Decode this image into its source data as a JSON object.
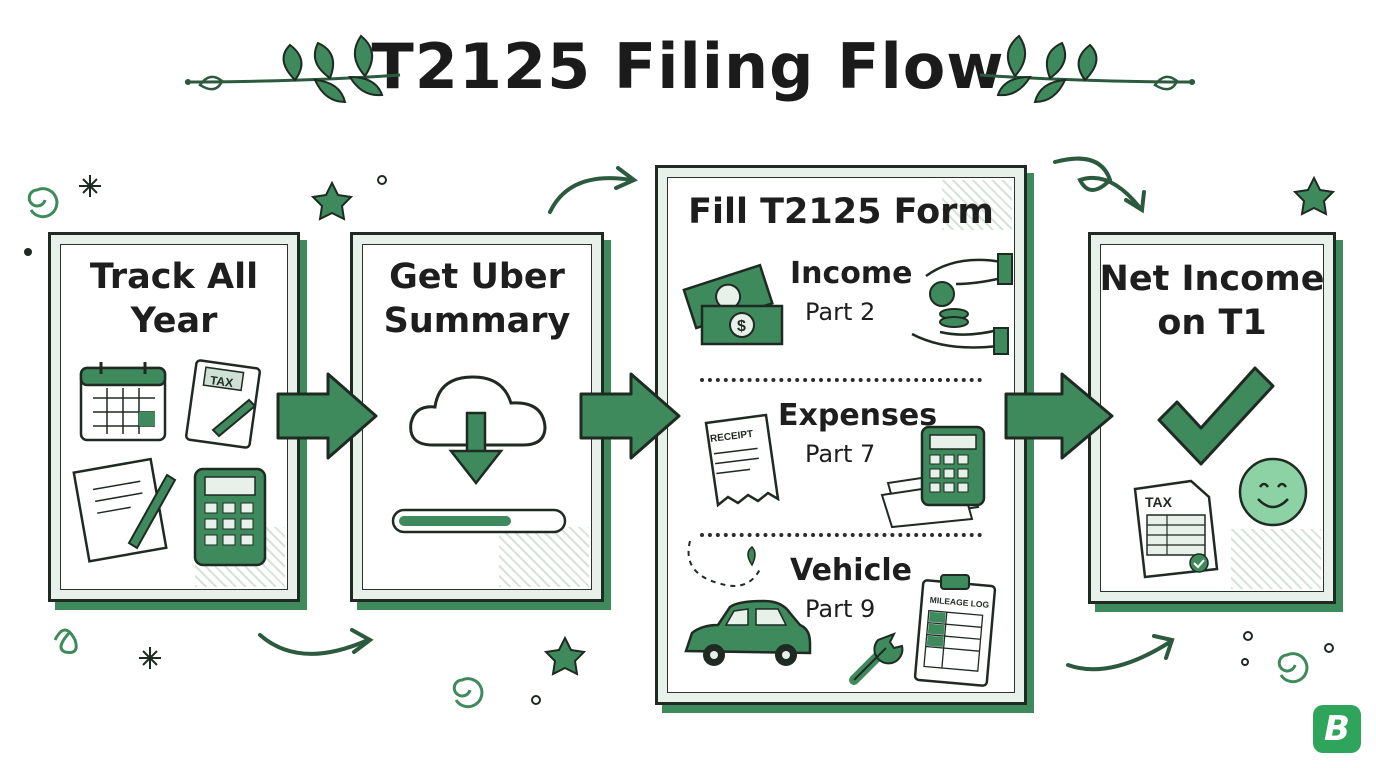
{
  "title": "T2125 Filing Flow",
  "colors": {
    "accent": "#3f8a5c",
    "accent_light": "#e7f1ea",
    "ink": "#1e2a22"
  },
  "cards": [
    {
      "title_lines": [
        "Track All",
        "Year"
      ],
      "icons": [
        "calendar-icon",
        "tax-notebook-icon",
        "notepad-pen-icon",
        "calculator-icon"
      ]
    },
    {
      "title_lines": [
        "Get Uber",
        "Summary"
      ],
      "icons": [
        "cloud-download-icon",
        "progress-bar-icon"
      ]
    },
    {
      "title": "Fill T2125 Form",
      "sections": [
        {
          "title": "Income",
          "sub": "Part 2",
          "icons": [
            "cash-bills-icon",
            "hands-coins-icon"
          ]
        },
        {
          "title": "Expenses",
          "sub": "Part 7",
          "icons": [
            "receipt-icon",
            "calculator-receipts-icon"
          ]
        },
        {
          "title": "Vehicle",
          "sub": "Part 9",
          "icons": [
            "car-icon",
            "wrench-icon",
            "mileage-log-icon"
          ]
        }
      ]
    },
    {
      "title_lines": [
        "Net Income",
        "on T1"
      ],
      "icons": [
        "checkmark-icon",
        "tax-form-icon",
        "smiley-icon"
      ]
    }
  ],
  "labels": {
    "tax": "TAX",
    "receipt": "RECEIPT",
    "mileage_log": "MILEAGE LOG",
    "logo": "B"
  },
  "progress_fill": 0.7
}
